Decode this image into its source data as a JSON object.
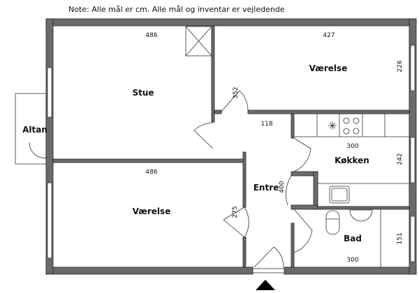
{
  "note": "Note: Alle mål er cm. Alle mål og inventar er vejledende",
  "rooms": {
    "stue": {
      "label": "Stue",
      "width": "486",
      "depth": "352"
    },
    "vaerelse_top": {
      "label": "Værelse",
      "width": "427",
      "depth": "226"
    },
    "vaerelse_bottom": {
      "label": "Værelse",
      "width": "486",
      "depth": "275"
    },
    "altan": {
      "label": "Altan"
    },
    "entre": {
      "label": "Entre",
      "width": "118",
      "depth": "400"
    },
    "kokken": {
      "label": "Køkken",
      "width": "300",
      "depth": "242"
    },
    "bad": {
      "label": "Bad",
      "width": "300",
      "depth": "151"
    }
  }
}
